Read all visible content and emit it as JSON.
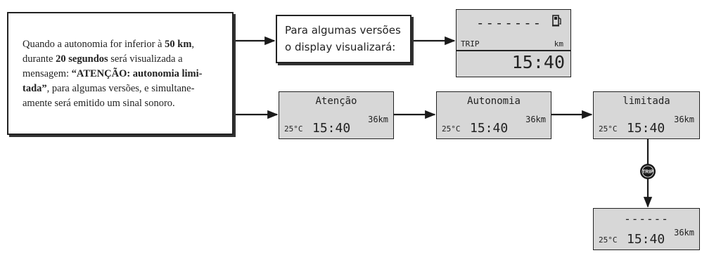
{
  "main_text": {
    "line1_pre": "Quando a autonomia for inferior à ",
    "line1_bold": "50 km",
    "line1_post": ",",
    "line2_pre": "durante ",
    "line2_bold": "20 segundos",
    "line2_post": " será visualizada a",
    "line3_pre": "mensagem: ",
    "line3_bold": "“ATENÇÃO: autonomia limi-",
    "line4_bold": "tada”",
    "line4_post": ", para algumas versões, e simultane-",
    "line5": "amente será emitido um sinal sonoro."
  },
  "note_text": {
    "line1": "Para algumas versões",
    "line2": "o display visualizará:"
  },
  "display_trip": {
    "dashes": "-------",
    "fuel_icon": "fuel-pump-icon",
    "trip_label": "TRIP",
    "unit": "km",
    "clock": "15:40"
  },
  "displays": [
    {
      "title": "Atenção",
      "temp": "25°C",
      "clock": "15:40",
      "range": "36km"
    },
    {
      "title": "Autonomia",
      "temp": "25°C",
      "clock": "15:40",
      "range": "36km"
    },
    {
      "title": "limitada",
      "temp": "25°C",
      "clock": "15:40",
      "range": "36km"
    }
  ],
  "display_final": {
    "dashes": "------",
    "temp": "25°C",
    "clock": "15:40",
    "range": "36km"
  },
  "trip_button": {
    "label": "TRIP",
    "icon": "trip-button-icon"
  }
}
